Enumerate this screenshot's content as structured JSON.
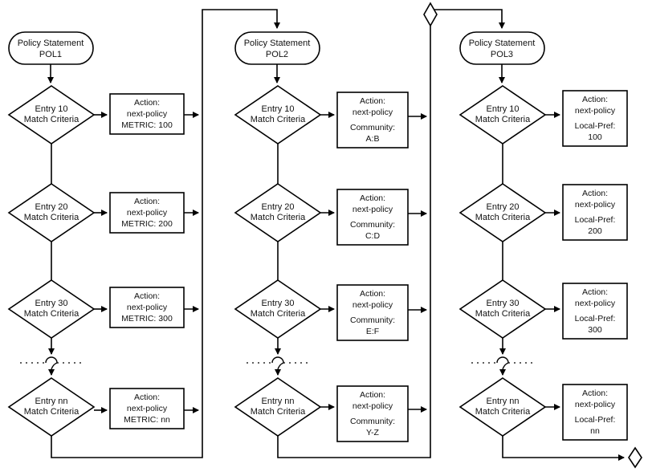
{
  "policies": [
    {
      "title_line1": "Policy Statement",
      "title_line2": "POL1",
      "entries": [
        {
          "label_line1": "Entry 10",
          "label_line2": "Match Criteria",
          "action": [
            "Action:",
            "next-policy",
            "METRIC: 100"
          ]
        },
        {
          "label_line1": "Entry 20",
          "label_line2": "Match Criteria",
          "action": [
            "Action:",
            "next-policy",
            "METRIC: 200"
          ]
        },
        {
          "label_line1": "Entry 30",
          "label_line2": "Match Criteria",
          "action": [
            "Action:",
            "next-policy",
            "METRIC: 300"
          ]
        },
        {
          "label_line1": "Entry nn",
          "label_line2": "Match Criteria",
          "action": [
            "Action:",
            "next-policy",
            "METRIC: nn"
          ]
        }
      ]
    },
    {
      "title_line1": "Policy Statement",
      "title_line2": "POL2",
      "entries": [
        {
          "label_line1": "Entry 10",
          "label_line2": "Match Criteria",
          "action": [
            "Action:",
            "next-policy",
            "Community:",
            "A:B"
          ]
        },
        {
          "label_line1": "Entry 20",
          "label_line2": "Match Criteria",
          "action": [
            "Action:",
            "next-policy",
            "Community:",
            "C:D"
          ]
        },
        {
          "label_line1": "Entry 30",
          "label_line2": "Match Criteria",
          "action": [
            "Action:",
            "next-policy",
            "Community:",
            "E:F"
          ]
        },
        {
          "label_line1": "Entry nn",
          "label_line2": "Match Criteria",
          "action": [
            "Action:",
            "next-policy",
            "Community:",
            "Y-Z"
          ]
        }
      ]
    },
    {
      "title_line1": "Policy Statement",
      "title_line2": "POL3",
      "entries": [
        {
          "label_line1": "Entry 10",
          "label_line2": "Match Criteria",
          "action": [
            "Action:",
            "next-policy",
            "Local-Pref:",
            "100"
          ]
        },
        {
          "label_line1": "Entry 20",
          "label_line2": "Match Criteria",
          "action": [
            "Action:",
            "next-policy",
            "Local-Pref:",
            "200"
          ]
        },
        {
          "label_line1": "Entry 30",
          "label_line2": "Match Criteria",
          "action": [
            "Action:",
            "next-policy",
            "Local-Pref:",
            "300"
          ]
        },
        {
          "label_line1": "Entry nn",
          "label_line2": "Match Criteria",
          "action": [
            "Action:",
            "next-policy",
            "Local-Pref:",
            "nn"
          ]
        }
      ]
    }
  ]
}
